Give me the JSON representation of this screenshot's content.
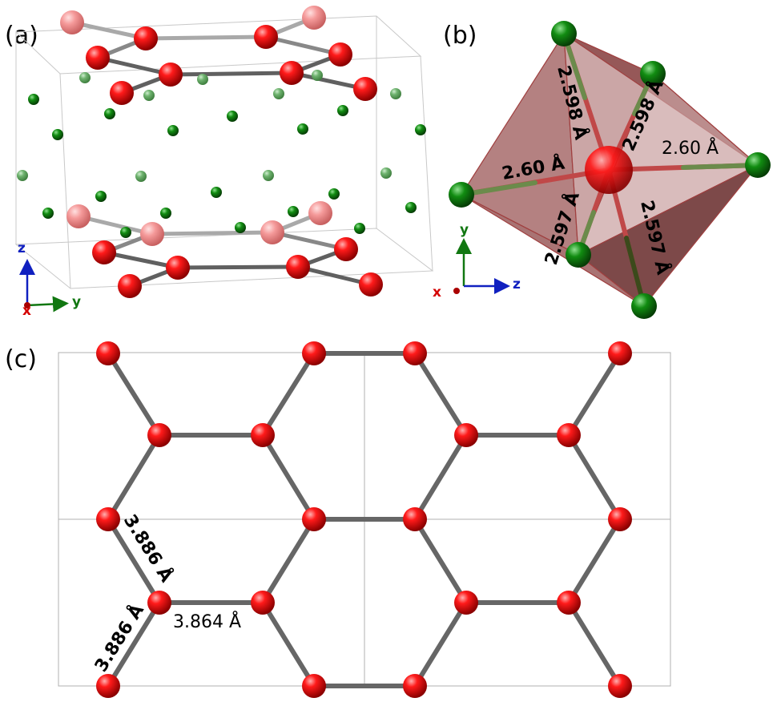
{
  "colors": {
    "red_atom": "#ee0000",
    "red_atom_faded": "#f08080",
    "green_atom": "#0d7a0d",
    "green_atom_faded": "#5faa5f",
    "bond": "#606060",
    "bond_faded": "#a9a9a9",
    "polyhedron": "#8b3a3a",
    "axis_x": "#d40000",
    "axis_y": "#117711",
    "axis_z": "#1020c0"
  },
  "panels": {
    "a": {
      "label": "(a)",
      "axes": {
        "z": "z",
        "x": "x",
        "y": "y"
      }
    },
    "b": {
      "label": "(b)",
      "axes": {
        "y": "y",
        "x": "x",
        "z": "z"
      },
      "distances": {
        "top_left": "2.598 Å",
        "top_right": "2.598 Å",
        "left": "2.60 Å",
        "right": "2.60 Å",
        "bottom_left": "2.597 Å",
        "bottom_right": "2.597 Å"
      }
    },
    "c": {
      "label": "(c)",
      "distances": {
        "upper_slant": "3.886 Å",
        "lower_slant": "3.886 Å",
        "horizontal": "3.864 Å"
      }
    }
  }
}
